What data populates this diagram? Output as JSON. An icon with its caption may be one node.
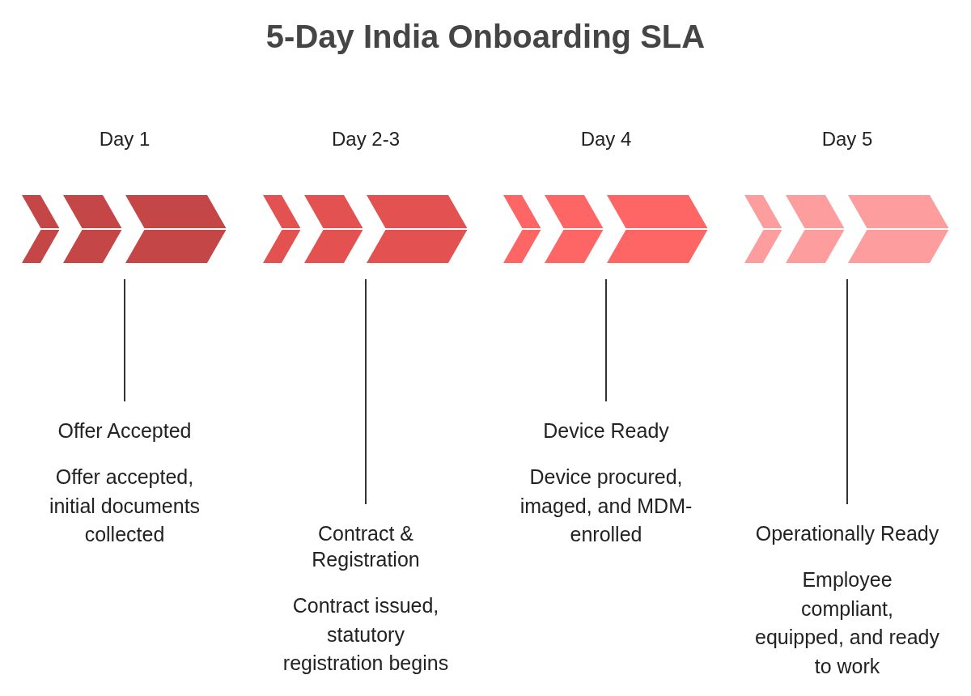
{
  "diagram": {
    "title": "5-Day India Onboarding SLA",
    "nodes": [
      {
        "text": [
          "Day 1"
        ]
      },
      {
        "text": [
          "Day 2-3"
        ]
      },
      {
        "text": [
          "Day 4"
        ]
      },
      {
        "text": [
          "Day 5"
        ]
      },
      {
        "text": [
          "Offer Accepted",
          "Offer accepted, initial documents collected"
        ]
      },
      {
        "text": [
          "Contract & Registration",
          "Contract issued, statutory registration begins"
        ]
      },
      {
        "text": [
          "Device Ready",
          "Device procured, imaged, and MDM-enrolled"
        ]
      },
      {
        "text": [
          "Operationally Ready",
          "Employee compliant, equipped, and ready to work"
        ]
      }
    ],
    "edges": [
      {
        "from": 0,
        "to": 4,
        "arrow": "none"
      },
      {
        "from": 1,
        "to": 5,
        "arrow": "none"
      },
      {
        "from": 2,
        "to": 6,
        "arrow": "none"
      },
      {
        "from": 3,
        "to": 7,
        "arrow": "none"
      }
    ]
  }
}
